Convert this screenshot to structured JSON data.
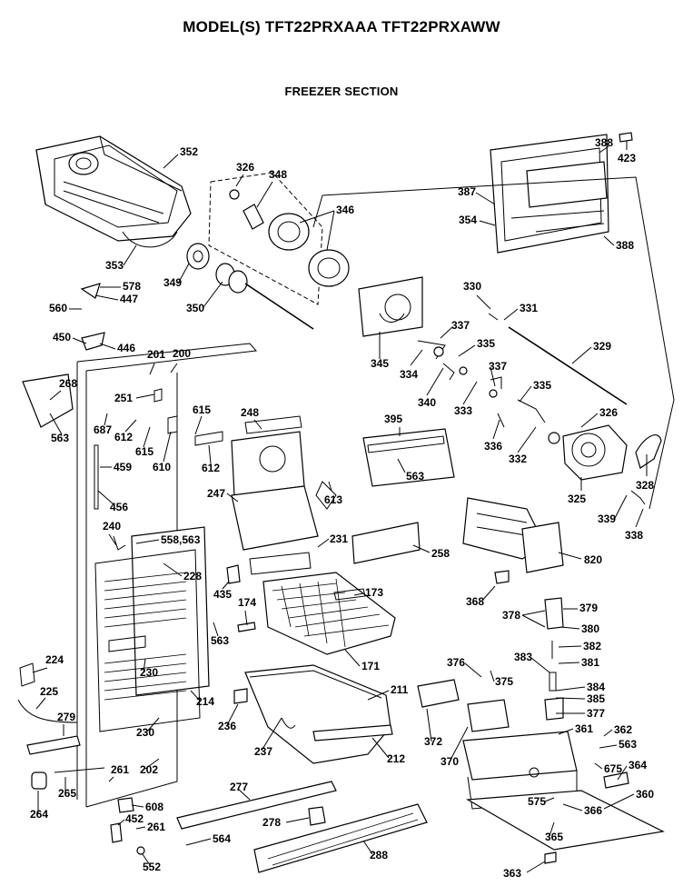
{
  "header": {
    "title": "MODEL(S) TFT22PRXAAA  TFT22PRXAWW",
    "subtitle": "FREEZER SECTION"
  },
  "callouts": [
    "352",
    "326",
    "348",
    "346",
    "388",
    "423",
    "387",
    "354",
    "388",
    "353",
    "349",
    "350",
    "578",
    "447",
    "560",
    "450",
    "446",
    "330",
    "331",
    "345",
    "337",
    "335",
    "329",
    "334",
    "340",
    "333",
    "337",
    "335",
    "336",
    "326",
    "332",
    "328",
    "325",
    "339",
    "338",
    "201",
    "200",
    "268",
    "251",
    "615",
    "248",
    "395",
    "563",
    "687",
    "612",
    "615",
    "610",
    "612",
    "563",
    "459",
    "613",
    "456",
    "247",
    "240",
    "558,563",
    "231",
    "258",
    "820",
    "228",
    "435",
    "174",
    "173",
    "368",
    "378",
    "379",
    "563",
    "380",
    "382",
    "381",
    "383",
    "376",
    "375",
    "224",
    "225",
    "279",
    "230",
    "214",
    "211",
    "384",
    "385",
    "377",
    "230",
    "236",
    "237",
    "212",
    "372",
    "370",
    "361",
    "362",
    "563",
    "202",
    "261",
    "675",
    "364",
    "265",
    "264",
    "360",
    "277",
    "575",
    "366",
    "608",
    "452",
    "278",
    "365",
    "261",
    "564",
    "288",
    "552",
    "363",
    "171"
  ]
}
